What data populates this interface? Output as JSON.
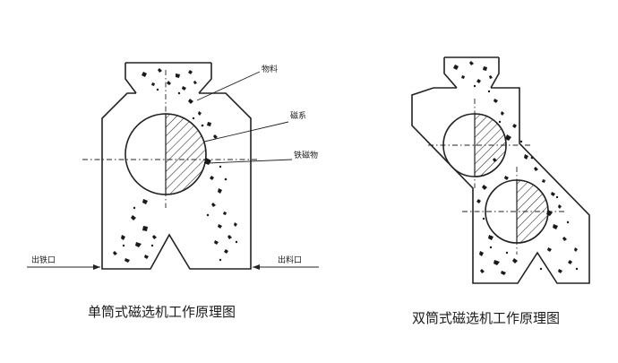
{
  "labels": {
    "material": "物料",
    "magnet_system": "磁系",
    "magnetic_material": "铁磁物",
    "iron_outlet": "出铁口",
    "material_outlet": "出料口"
  },
  "captions": {
    "single": "单筒式磁选机工作原理图",
    "double": "双筒式磁选机工作原理图"
  }
}
